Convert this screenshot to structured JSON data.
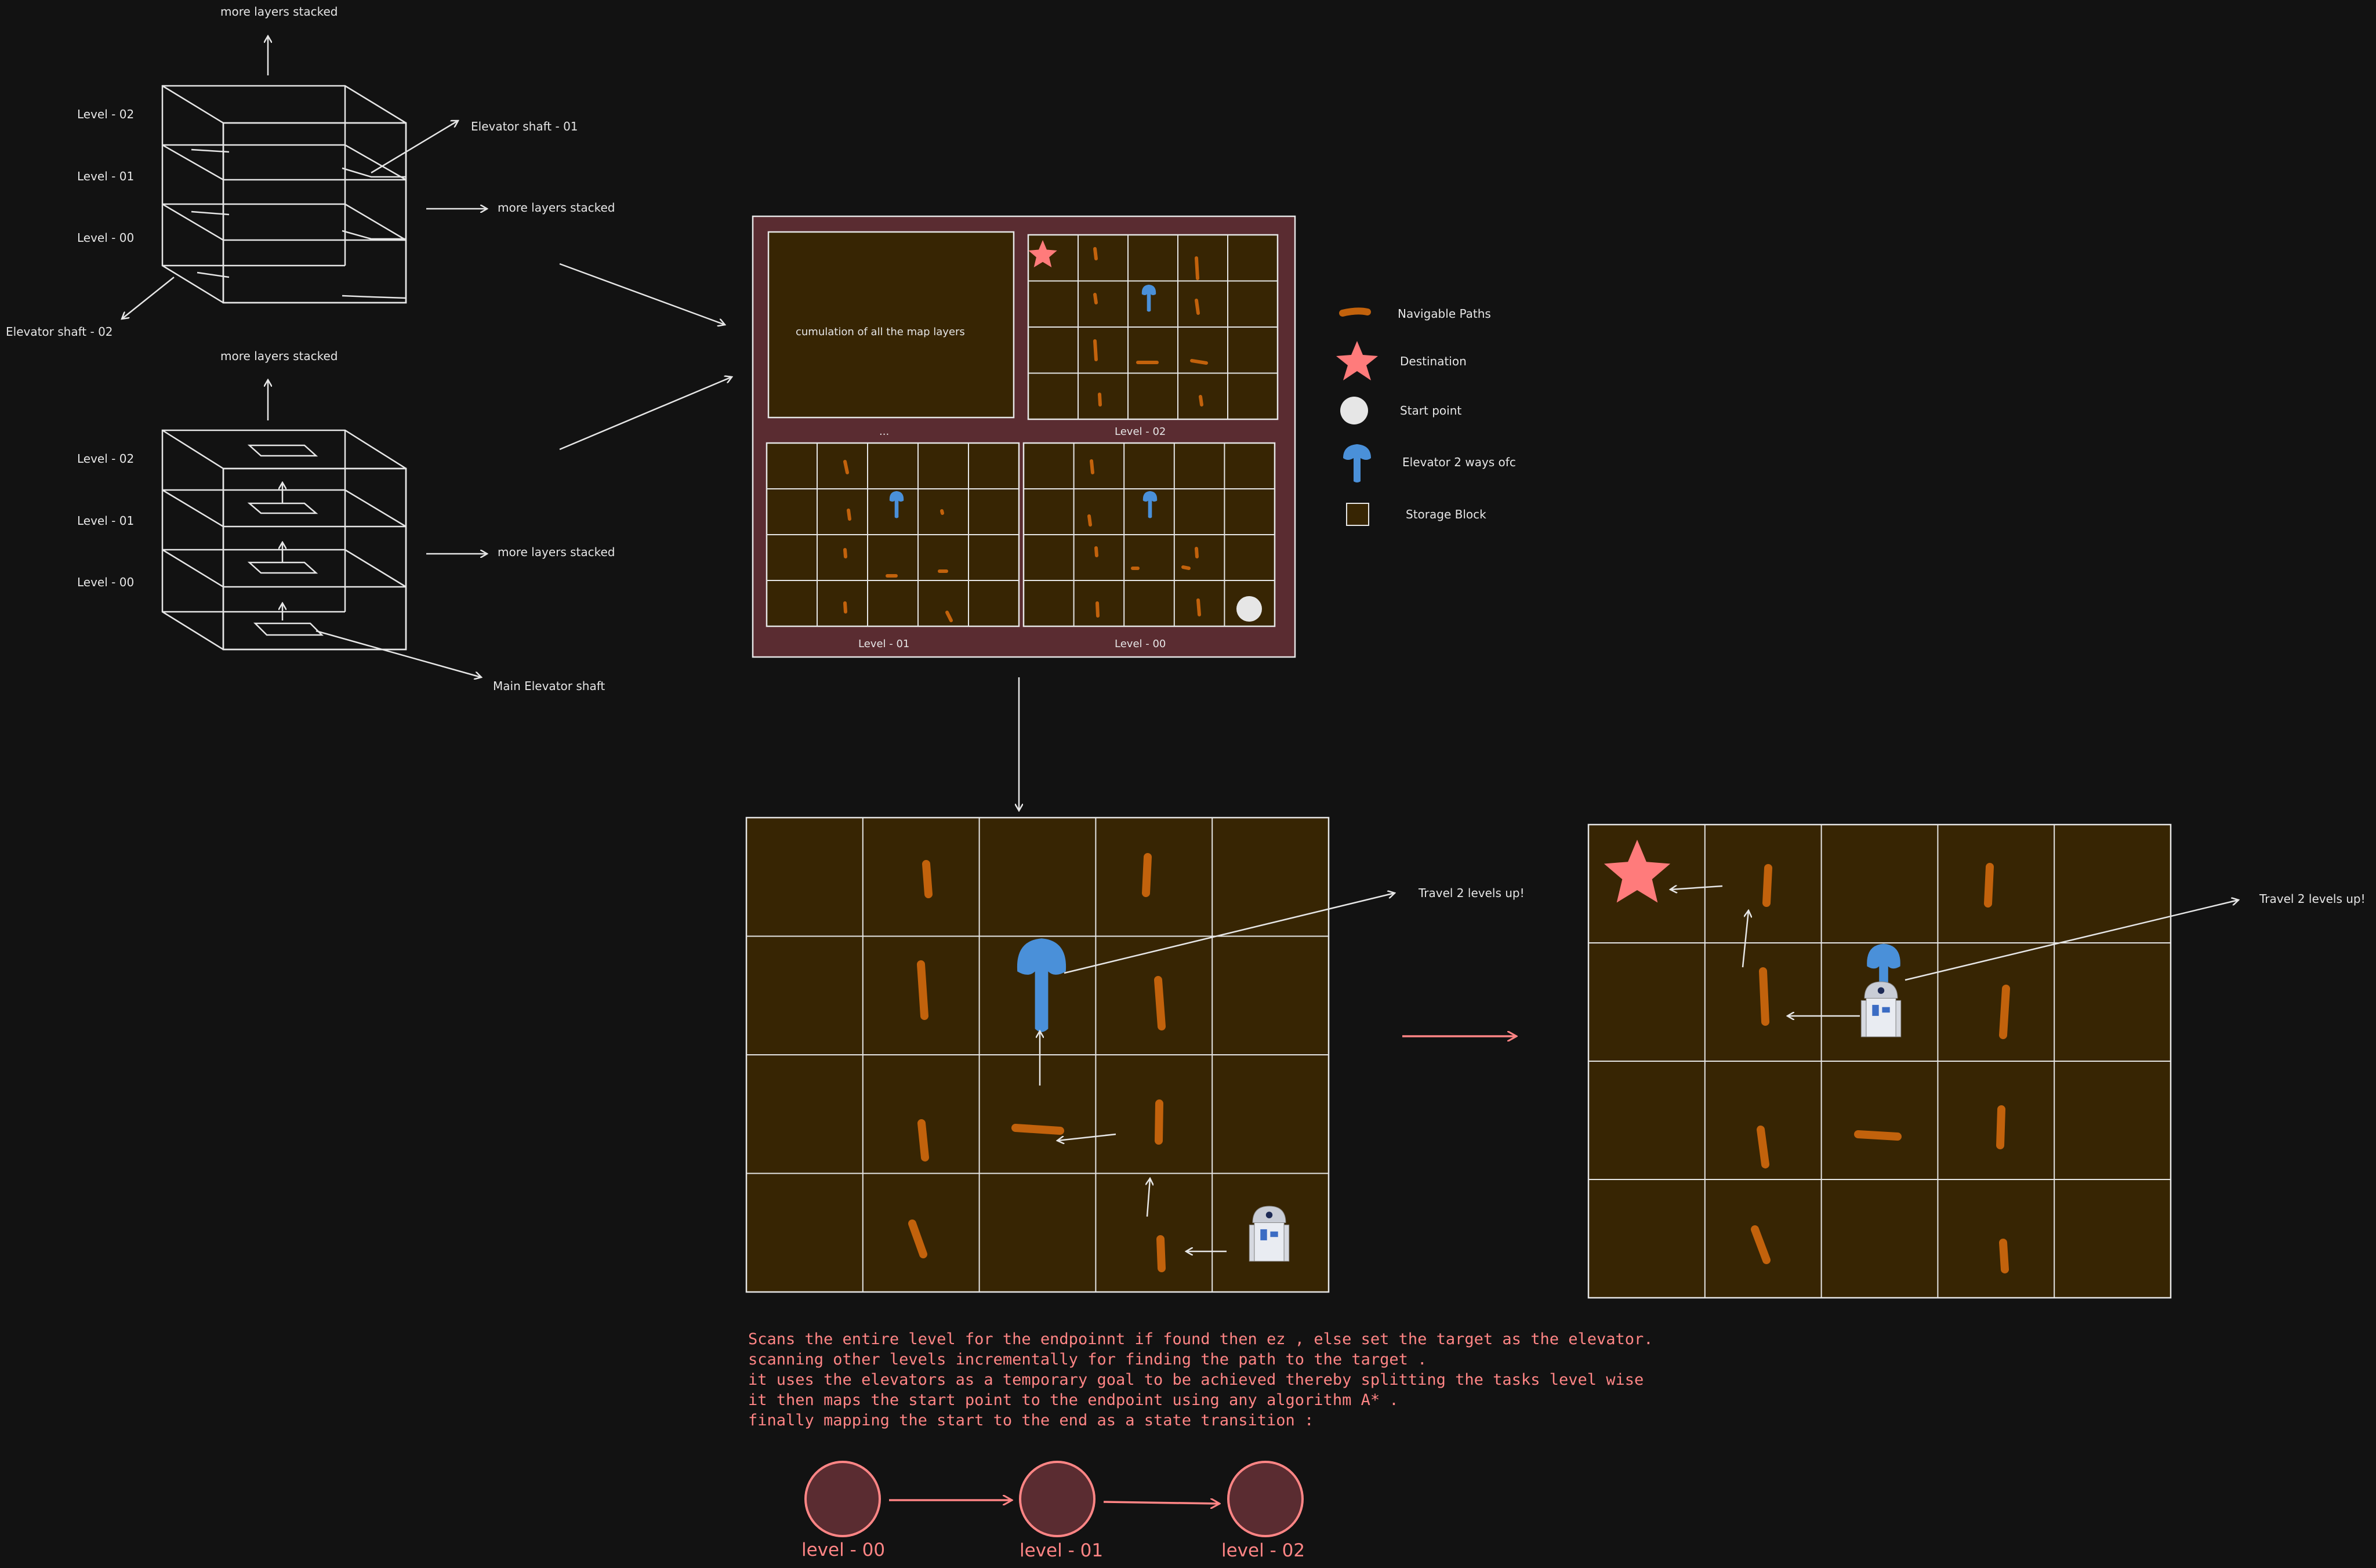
{
  "stack_top": {
    "caption": "more layers stacked",
    "levels": [
      "Level - 02",
      "Level - 01",
      "Level - 00"
    ],
    "elevator_shaft_01": "Elevator shaft - 01",
    "elevator_shaft_02": "Elevator shaft - 02",
    "side_note": "more layers stacked"
  },
  "stack_bottom": {
    "caption": "more layers stacked",
    "levels": [
      "Level - 02",
      "Level - 01",
      "Level - 00"
    ],
    "side_note": "more layers stacked",
    "main_shaft": "Main Elevator shaft"
  },
  "map_panel": {
    "cumulation": "cumulation of all the map layers",
    "ellipsis": "...",
    "level_02": "Level - 02",
    "level_01": "Level - 01",
    "level_00": "Level - 00"
  },
  "legend": [
    {
      "icon": "navigable-path-icon",
      "label": "Navigable Paths"
    },
    {
      "icon": "destination-star-icon",
      "label": "Destination"
    },
    {
      "icon": "start-point-icon",
      "label": "Start point"
    },
    {
      "icon": "elevator-arrow-icon",
      "label": "Elevator 2 ways ofc"
    },
    {
      "icon": "storage-block-icon",
      "label": "Storage Block"
    }
  ],
  "travel_note_left": "Travel 2 levels up!",
  "travel_note_right": "Travel 2 levels up!",
  "description": [
    "Scans the entire level for the endpoinnt if found then ez , else set the target as the elevator.",
    "scanning other levels incrementally for finding the path to the target .",
    "it uses the elevators as a temporary goal to be achieved thereby splitting the tasks level wise",
    "it then maps the start point to the endpoint using any algorithm A* .",
    "finally mapping the start to the end as a state transition :"
  ],
  "states": [
    "level - 00",
    "level - 01",
    "level - 02"
  ],
  "colors": {
    "background": "#121212",
    "storage": "#372503",
    "panel": "#5a2c31",
    "path": "#c2620c",
    "elevator": "#4a90d9",
    "destination": "#ff7b7b",
    "start": "#e6e6e6",
    "stroke": "#e6e6e6",
    "accent_text": "#ff8585"
  }
}
